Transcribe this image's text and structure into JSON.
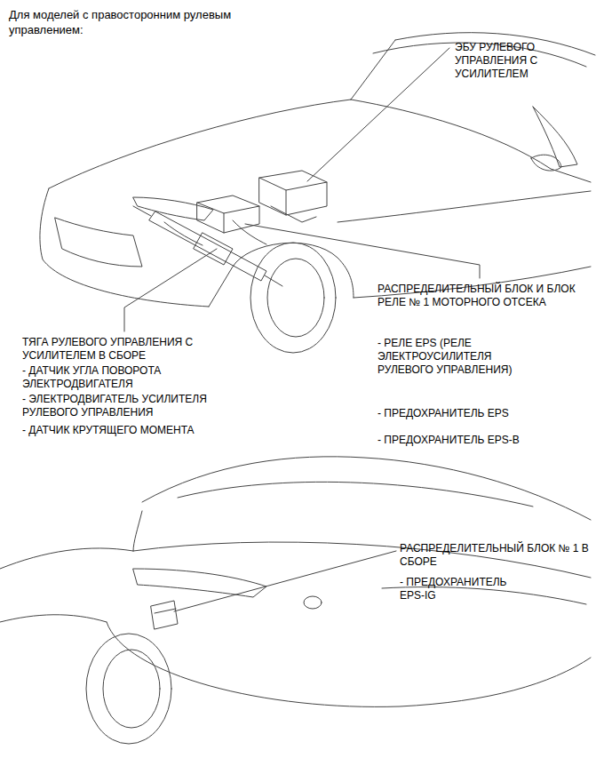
{
  "diagram": {
    "title": "Для моделей с правосторонним рулевым управлением:",
    "labels": [
      "ЭБУ РУЛЕВОГО УПРАВЛЕНИЯ С УСИЛИТЕЛЕМ",
      "РАСПРЕДЕЛИТЕЛЬНЫЙ БЛОК И БЛОК РЕЛЕ № 1 МОТОРНОГО ОТСЕКА",
      "- РЕЛЕ EPS (РЕЛЕ ЭЛЕКТРОУСИЛИТЕЛЯ РУЛЕВОГО УПРАВЛЕНИЯ)",
      "- ПРЕДОХРАНИТЕЛЬ EPS",
      "- ПРЕДОХРАНИТЕЛЬ EPS-B",
      "ТЯГА РУЛЕВОГО УПРАВЛЕНИЯ С УСИЛИТЕЛЕМ В СБОРЕ",
      "- ДАТЧИК УГЛА ПОВОРОТА ЭЛЕКТРОДВИГАТЕЛЯ",
      "- ЭЛЕКТРОДВИГАТЕЛЬ УСИЛИТЕЛЯ РУЛЕВОГО УПРАВЛЕНИЯ",
      "- ДАТЧИК КРУТЯЩЕГО МОМЕНТА",
      "РАСПРЕДЕЛИТЕЛЬНЫЙ БЛОК № 1 В СБОРЕ",
      "- ПРЕДОХРАНИТЕЛЬ EPS-IG"
    ]
  }
}
